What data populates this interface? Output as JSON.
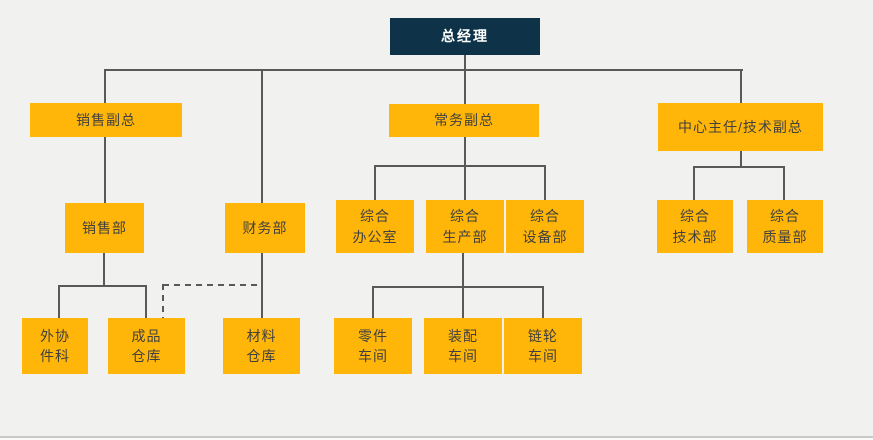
{
  "colors": {
    "background": "#f1f1f0",
    "root_box": "#0e3348",
    "root_text": "#ffffff",
    "node_box": "#ffb608",
    "node_text": "#404040",
    "connector": "#595959"
  },
  "nodes": {
    "general_manager": "总经理",
    "sales_vp": "销售副总",
    "executive_vp": "常务副总",
    "center_director_tech_vp": "中心主任/技术副总",
    "sales_dept": "销售部",
    "finance_dept": "财务部",
    "general_office": "综合\n办公室",
    "general_production_dept": "综合\n生产部",
    "general_equipment_dept": "综合\n设备部",
    "general_technology_dept": "综合\n技术部",
    "general_quality_dept": "综合\n质量部",
    "outsourced_parts_section": "外协\n件科",
    "finished_goods_warehouse": "成品\n仓库",
    "material_warehouse": "材料\n仓库",
    "parts_workshop": "零件\n车间",
    "assembly_workshop": "装配\n车间",
    "sprocket_workshop": "链轮\n车间"
  },
  "structure": {
    "type": "org-chart",
    "root": "总经理",
    "solid_edges": [
      [
        "总经理",
        "销售副总"
      ],
      [
        "总经理",
        "财务部"
      ],
      [
        "总经理",
        "常务副总"
      ],
      [
        "总经理",
        "中心主任/技术副总"
      ],
      [
        "销售副总",
        "销售部"
      ],
      [
        "销售部",
        "外协件科"
      ],
      [
        "销售部",
        "成品仓库"
      ],
      [
        "财务部",
        "材料仓库"
      ],
      [
        "常务副总",
        "综合办公室"
      ],
      [
        "常务副总",
        "综合生产部"
      ],
      [
        "常务副总",
        "综合设备部"
      ],
      [
        "综合生产部",
        "零件车间"
      ],
      [
        "综合生产部",
        "装配车间"
      ],
      [
        "综合生产部",
        "链轮车间"
      ],
      [
        "中心主任/技术副总",
        "综合技术部"
      ],
      [
        "中心主任/技术副总",
        "综合质量部"
      ]
    ],
    "dashed_edges": [
      [
        "财务部",
        "成品仓库"
      ]
    ]
  }
}
